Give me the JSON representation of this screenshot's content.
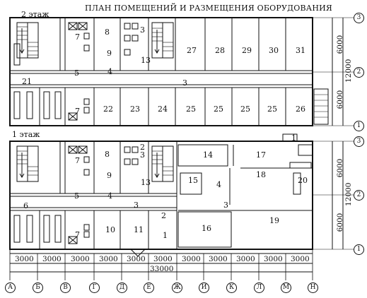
{
  "title": "ПЛАН ПОМЕЩЕНИЙ И РАЗМЕЩЕНИЯ ОБОРУДОВАНИЯ",
  "floors": [
    {
      "label": "2 этаж"
    },
    {
      "label": "1 этаж"
    }
  ],
  "rooms_floor2": [
    "8",
    "9",
    "7",
    "7",
    "5",
    "4",
    "13",
    "27",
    "28",
    "29",
    "30",
    "31",
    "3",
    "21",
    "22",
    "23",
    "24",
    "25",
    "25",
    "25",
    "25",
    "26",
    "3"
  ],
  "rooms_floor1": [
    "8",
    "9",
    "7",
    "7",
    "5",
    "4",
    "13",
    "14",
    "15",
    "4",
    "17",
    "18",
    "20",
    "1",
    "6",
    "3",
    "3",
    "2",
    "10",
    "11",
    "1",
    "16",
    "19",
    "2",
    "3"
  ],
  "axes_letters": [
    "А",
    "Б",
    "В",
    "Г",
    "Д",
    "Е",
    "Ж",
    "И",
    "К",
    "Л",
    "М",
    "Н"
  ],
  "axes_numbers_top": [
    "3",
    "2",
    "1"
  ],
  "axes_numbers_bottom": [
    "3",
    "2",
    "1"
  ],
  "span_dims": [
    "3000",
    "3000",
    "3000",
    "3000",
    "3000",
    "3000",
    "3000",
    "3000",
    "3000",
    "3000",
    "3000"
  ],
  "total_dim": "33000",
  "vertical_dims": [
    "6000",
    "6000",
    "12000"
  ]
}
